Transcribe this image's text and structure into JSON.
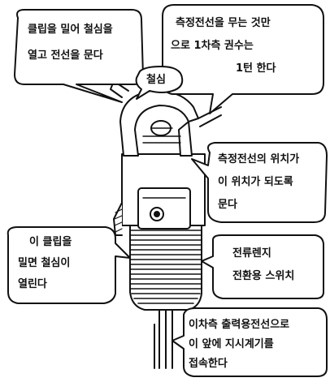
{
  "callouts": {
    "push_clip_line1": "클립을 밀어 철심을",
    "push_clip_line2": "열고 전선을 문다",
    "core": "철심",
    "turns_line1": "측정전선을 무는 것만",
    "turns_line2": "으로 1차측 권수는",
    "turns_line3": "1턴 한다",
    "position_line1": "측정전선의 위치가",
    "position_line2": "이 위치가 되도록",
    "position_line3": "문다",
    "press_line1": "이 클립을",
    "press_line2": "밀면 철심이",
    "press_line3": "열린다",
    "range_line1": "전류렌지",
    "range_line2": "전환용 스위치",
    "output_line1": "이차측 출력용전선으로",
    "output_line2": "이 앞에 지시계기를",
    "output_line3": "접속한다"
  },
  "colors": {
    "ink": "#111111",
    "paper": "#ffffff"
  }
}
